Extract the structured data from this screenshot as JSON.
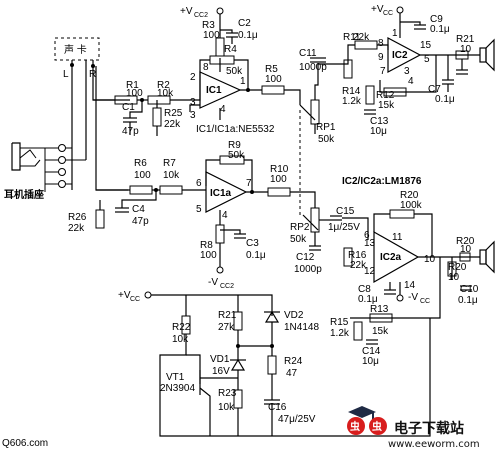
{
  "title_ic1": "IC1/IC1a:NE5532",
  "title_ic2": "IC2/IC2a:LM1876",
  "input_box": "声 卡",
  "channel_left": "L",
  "channel_right": "R",
  "jack_label": "耳机插座",
  "supply": {
    "vcc_pos": "+V",
    "vcc_neg": "-V",
    "cc": "CC2",
    "cc1": "CC",
    "vcc_right": "+V",
    "vcc_right_sub": "CC"
  },
  "ic": {
    "ic1": "IC1",
    "ic1a": "IC1a",
    "ic2": "IC2",
    "ic2a": "IC2a"
  },
  "pins": {
    "ic1": [
      "2",
      "3",
      "1",
      "4",
      "8"
    ],
    "ic1a": [
      "6",
      "5",
      "7",
      "4"
    ],
    "ic2": [
      "8",
      "9",
      "15",
      "1",
      "5",
      "3",
      "7",
      "4"
    ],
    "ic2a": [
      "6",
      "13",
      "11",
      "12",
      "10",
      "14"
    ]
  },
  "components": {
    "R1": {
      "name": "R1",
      "value": "100"
    },
    "R2": {
      "name": "R2",
      "value": "10k"
    },
    "R3": {
      "name": "R3",
      "value": "100"
    },
    "C2": {
      "name": "C2",
      "value": "0.1μ"
    },
    "R4": {
      "name": "R4",
      "value": "50k"
    },
    "R5": {
      "name": "R5",
      "value": "100"
    },
    "C1": {
      "name": "C1",
      "value": "47p"
    },
    "R25": {
      "name": "R25",
      "value": "22k"
    },
    "C11": {
      "name": "C11",
      "value": "1000p"
    },
    "RP1": {
      "name": "RP1",
      "value": "50k"
    },
    "R11": {
      "name": "R11",
      "value": "22k"
    },
    "C9": {
      "name": "C9",
      "value": "0.1μ"
    },
    "R21": {
      "name": "R21",
      "value": "10"
    },
    "R14": {
      "name": "R14",
      "value": "1.2k"
    },
    "R12": {
      "name": "R12",
      "value": "15k"
    },
    "C13": {
      "name": "C13",
      "value": "10μ"
    },
    "C7": {
      "name": "C7",
      "value": "0.1μ"
    },
    "R6": {
      "name": "R6",
      "value": "100"
    },
    "R7": {
      "name": "R7",
      "value": "10k"
    },
    "R9": {
      "name": "R9",
      "value": "50k"
    },
    "R10": {
      "name": "R10",
      "value": "100"
    },
    "R26": {
      "name": "R26",
      "value": "22k"
    },
    "C4": {
      "name": "C4",
      "value": "47p"
    },
    "R8": {
      "name": "R8",
      "value": "100"
    },
    "C3": {
      "name": "C3",
      "value": "0.1μ"
    },
    "RP2": {
      "name": "RP2",
      "value": "50k"
    },
    "C12": {
      "name": "C12",
      "value": "1000p"
    },
    "C15": {
      "name": "C15",
      "value": "1μ/25V"
    },
    "R20": {
      "name": "R20",
      "value": "100k"
    },
    "R16": {
      "name": "R16",
      "value": "22k"
    },
    "C8": {
      "name": "C8",
      "value": "0.1μ"
    },
    "R30": {
      "name": "R20",
      "value": "10"
    },
    "C10": {
      "name": "C10",
      "value": "0.1μ"
    },
    "R15": {
      "name": "R15",
      "value": "1.2k"
    },
    "R13": {
      "name": "R13",
      "value": "15k"
    },
    "C14": {
      "name": "C14",
      "value": "10μ"
    },
    "R22": {
      "name": "R22",
      "value": "10k"
    },
    "R21b": {
      "name": "R21",
      "value": "27k"
    },
    "VD2": {
      "name": "VD2",
      "value": "1N4148"
    },
    "VD1": {
      "name": "VD1",
      "value": "16V"
    },
    "VT1": {
      "name": "VT1",
      "value": "2N3904"
    },
    "R23": {
      "name": "R23",
      "value": "10k"
    },
    "R24": {
      "name": "R24",
      "value": "47"
    },
    "C16": {
      "name": "C16",
      "value": "47μ/25V"
    }
  },
  "watermark": {
    "left": "Q606.com",
    "brand": "电子下载站",
    "url": "www.eeworm.com"
  }
}
